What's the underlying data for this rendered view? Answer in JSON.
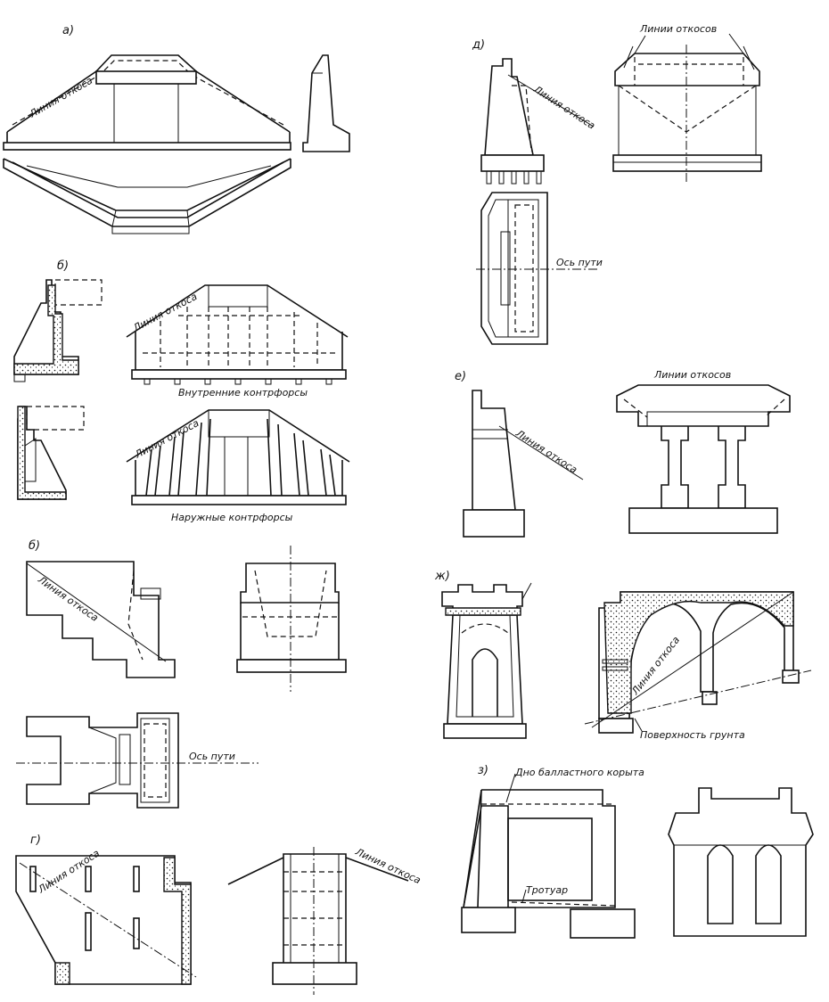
{
  "panels": {
    "a": {
      "label": "а)",
      "slope_line": "Линия откоса"
    },
    "b": {
      "label": "б)",
      "slope_line_top": "Линия откоса",
      "slope_line_bottom": "Линия откоса",
      "caption_inner": "Внутренние контрфорсы",
      "caption_outer": "Наружные контрфорсы"
    },
    "v": {
      "label": "б)",
      "slope_line": "Линия откоса",
      "track_axis": "Ось пути"
    },
    "g": {
      "label": "г)",
      "slope_line_left": "Линия откоса",
      "slope_line_right": "Линия откоса"
    },
    "d": {
      "label": "д)",
      "slope_lines": "Линии откосов",
      "slope_line": "Линия откоса",
      "track_axis": "Ось пути"
    },
    "e": {
      "label": "е)",
      "slope_lines": "Линии откосов",
      "slope_line": "Линия откоса"
    },
    "zh": {
      "label": "ж)",
      "slope_line": "Линия откоса",
      "ground_surface": "Поверхность грунта"
    },
    "z": {
      "label": "з)",
      "ballast_bottom": "Дно балластного корыта",
      "sidewalk": "Тротуар"
    }
  }
}
